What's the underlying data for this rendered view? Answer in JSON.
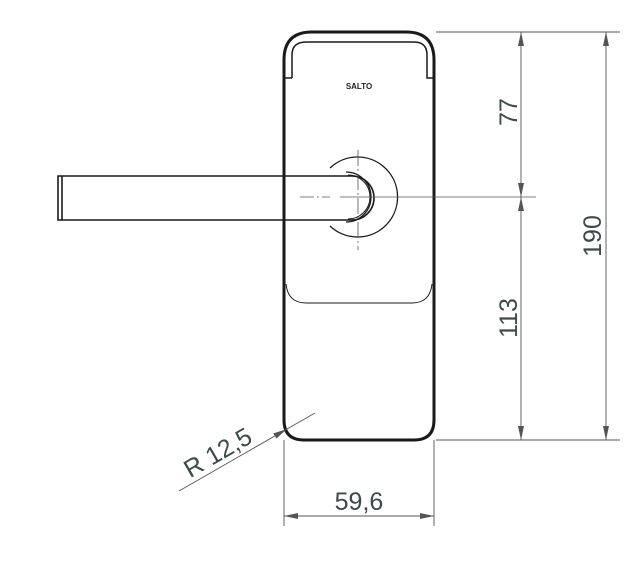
{
  "drawing": {
    "brand_logo": "SALTO",
    "dimensions": {
      "upper_height": "77",
      "lower_height": "113",
      "total_height": "190",
      "width": "59,6",
      "corner_radius": "R 12,5"
    },
    "colors": {
      "outline": "#1a1a1a",
      "dimension": "#555555",
      "text": "#3e4a4a"
    }
  }
}
